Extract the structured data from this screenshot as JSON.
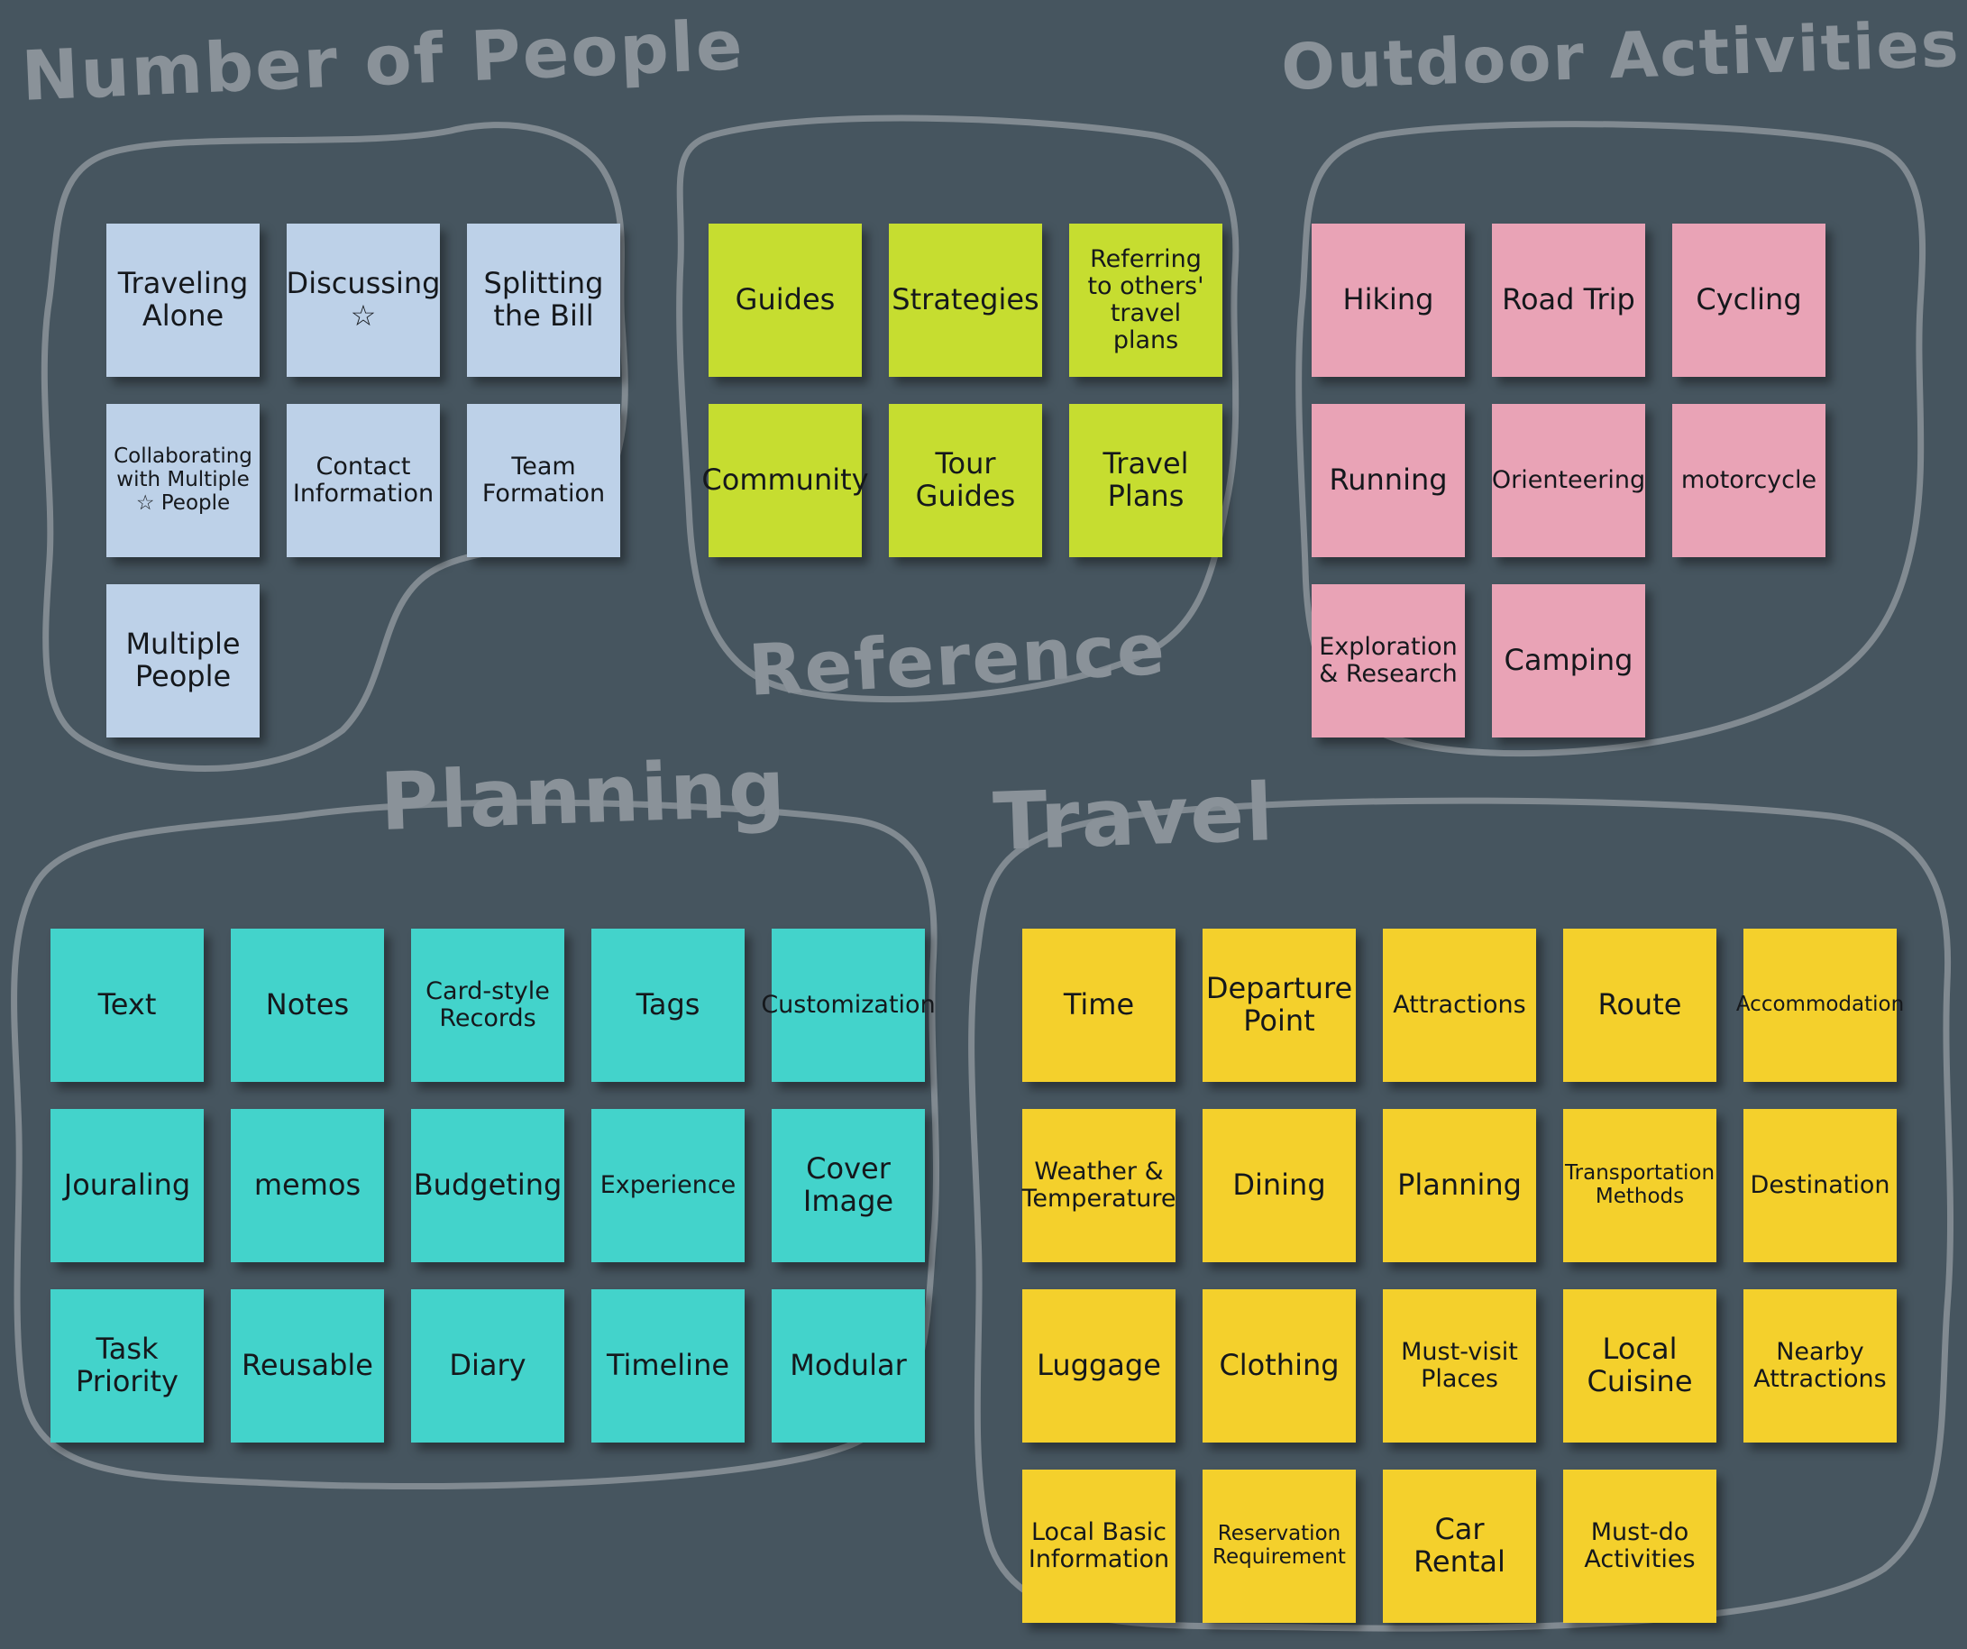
{
  "canvas": {
    "background_color": "#46555f",
    "outline_color": "#858d94",
    "ink_color": "#15181c"
  },
  "groups": [
    {
      "label": "Number of People",
      "note_color": "#bdd1e8",
      "notes": [
        "Traveling Alone",
        "Discussing ☆",
        "Splitting the Bill",
        "Collaborating with Multiple ☆ People",
        "Contact Information",
        "Team Formation",
        "Multiple People"
      ]
    },
    {
      "label": "Reference",
      "note_color": "#c6dd30",
      "notes": [
        "Guides",
        "Strategies",
        "Referring to others' travel plans",
        "Community",
        "Tour Guides",
        "Travel Plans"
      ]
    },
    {
      "label": "Outdoor Activities",
      "note_color": "#e9a3b6",
      "notes": [
        "Hiking",
        "Road Trip",
        "Cycling",
        "Running",
        "Orienteering",
        "motorcycle",
        "Exploration & Research",
        "Camping"
      ]
    },
    {
      "label": "Planning",
      "note_color": "#43d3cb",
      "notes": [
        "Text",
        "Notes",
        "Card-style Records",
        "Tags",
        "Customization",
        "Jouraling",
        "memos",
        "Budgeting",
        "Experience",
        "Cover Image",
        "Task Priority",
        "Reusable",
        "Diary",
        "Timeline",
        "Modular"
      ]
    },
    {
      "label": "Travel",
      "note_color": "#f4d02c",
      "notes": [
        "Time",
        "Departure Point",
        "Attractions",
        "Route",
        "Accommodation",
        "Weather & Temperature",
        "Dining",
        "Planning",
        "Transportation Methods",
        "Destination",
        "Luggage",
        "Clothing",
        "Must-visit Places",
        "Local Cuisine",
        "Nearby Attractions",
        "Local Basic Information",
        "Reservation Requirement",
        "Car Rental",
        "Must-do Activities"
      ]
    }
  ]
}
